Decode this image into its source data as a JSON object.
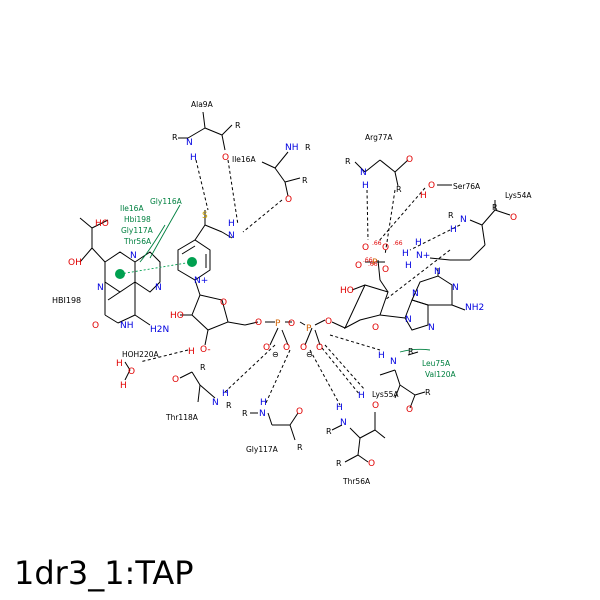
{
  "title": "1dr3_1:TAP",
  "atoms": {
    "O": "O",
    "N": "N",
    "H": "H",
    "S": "S",
    "P": "P",
    "R": "R",
    "HO": "HO",
    "OH": "OH",
    "NH": "NH",
    "NH2": "NH2",
    "H2N": "H2N",
    "N_plus": "N+",
    "O_minus": "O-",
    "H2O_H": "H",
    "ominus": "⊖"
  },
  "residues": {
    "ala9a": "Ala9A",
    "ile16a_top": "Ile16A",
    "arg77a": "Arg77A",
    "ser76a": "Ser76A",
    "lys54a": "Lys54A",
    "hbi198_bottom": "HBI198",
    "hoh220a": "HOH220A",
    "thr118a": "Thr118A",
    "gly117a_bottom": "Gly117A",
    "lys55a": "Lys55A",
    "thr56a_bottom": "Thr56A"
  },
  "hydrophobic_labels": {
    "gly116a": "Gly116A",
    "ile16a": "Ile16A",
    "hbi198": "Hbi198",
    "gly117a": "Gly117A",
    "thr56a": "Thr56A",
    "leu75a": "Leu75A",
    "val120a": "Val120A"
  },
  "charges": {
    "q1": ".66",
    "q2": ".66",
    "q3": ".66",
    "q4": ".66"
  },
  "colors": {
    "oxygen": "#e00000",
    "nitrogen": "#0000e0",
    "sulfur": "#c8a000",
    "phosphorus": "#d06000",
    "hydrophobic": "#008040",
    "pi_dot": "#00a050"
  }
}
